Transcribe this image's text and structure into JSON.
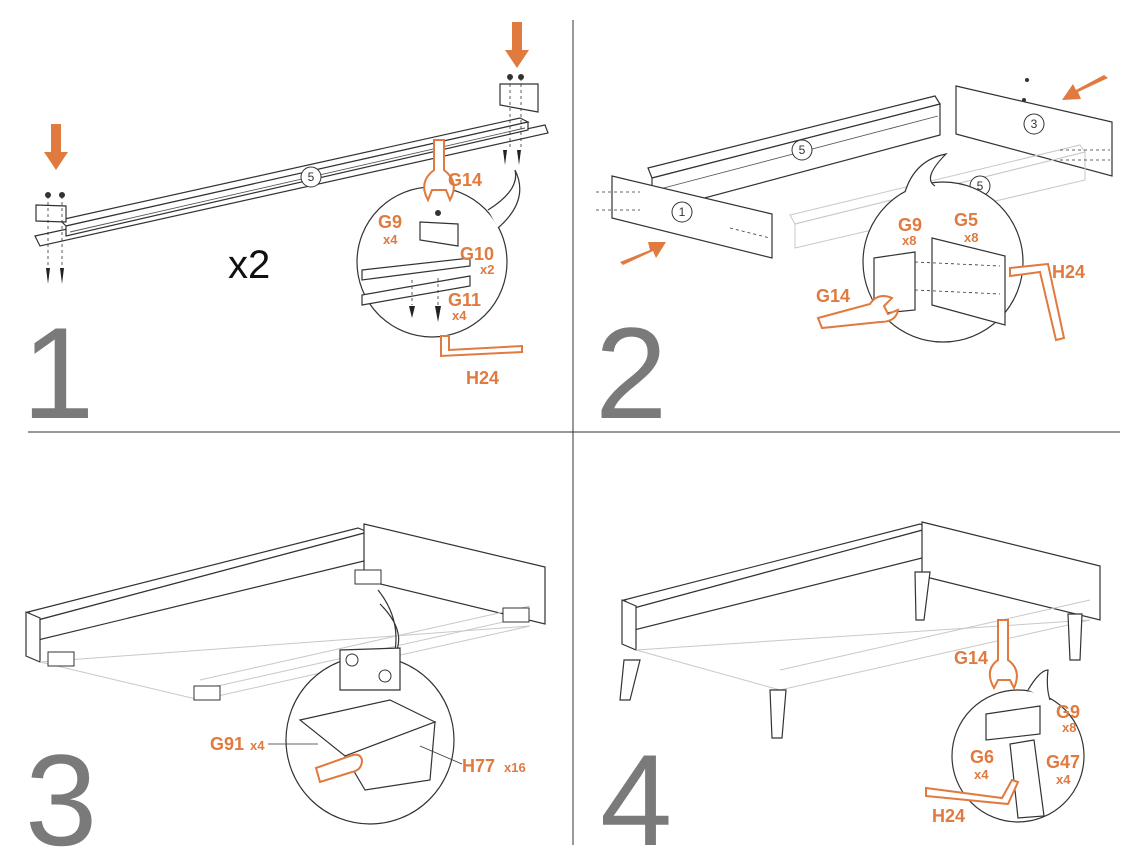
{
  "steps": [
    {
      "number": "1",
      "multiplier": "x2",
      "part": "5",
      "callouts": [
        {
          "code": "G14",
          "qty": ""
        },
        {
          "code": "G9",
          "qty": "x4"
        },
        {
          "code": "G10",
          "qty": "x2"
        },
        {
          "code": "G11",
          "qty": "x4"
        },
        {
          "code": "H24",
          "qty": ""
        }
      ]
    },
    {
      "number": "2",
      "parts": [
        "5",
        "3",
        "1",
        "5"
      ],
      "callouts": [
        {
          "code": "G9",
          "qty": "x8"
        },
        {
          "code": "G5",
          "qty": "x8"
        },
        {
          "code": "H24",
          "qty": ""
        },
        {
          "code": "G14",
          "qty": ""
        }
      ]
    },
    {
      "number": "3",
      "callouts": [
        {
          "code": "G91",
          "qty": "x4"
        },
        {
          "code": "H77",
          "qty": "x16"
        }
      ]
    },
    {
      "number": "4",
      "callouts": [
        {
          "code": "G14",
          "qty": ""
        },
        {
          "code": "G9",
          "qty": "x8"
        },
        {
          "code": "G6",
          "qty": "x4"
        },
        {
          "code": "G47",
          "qty": "x4"
        },
        {
          "code": "H24",
          "qty": ""
        }
      ]
    }
  ],
  "colors": {
    "accent": "#e07a3f",
    "step_number": "#7a7a7a",
    "divider": "#333333"
  }
}
